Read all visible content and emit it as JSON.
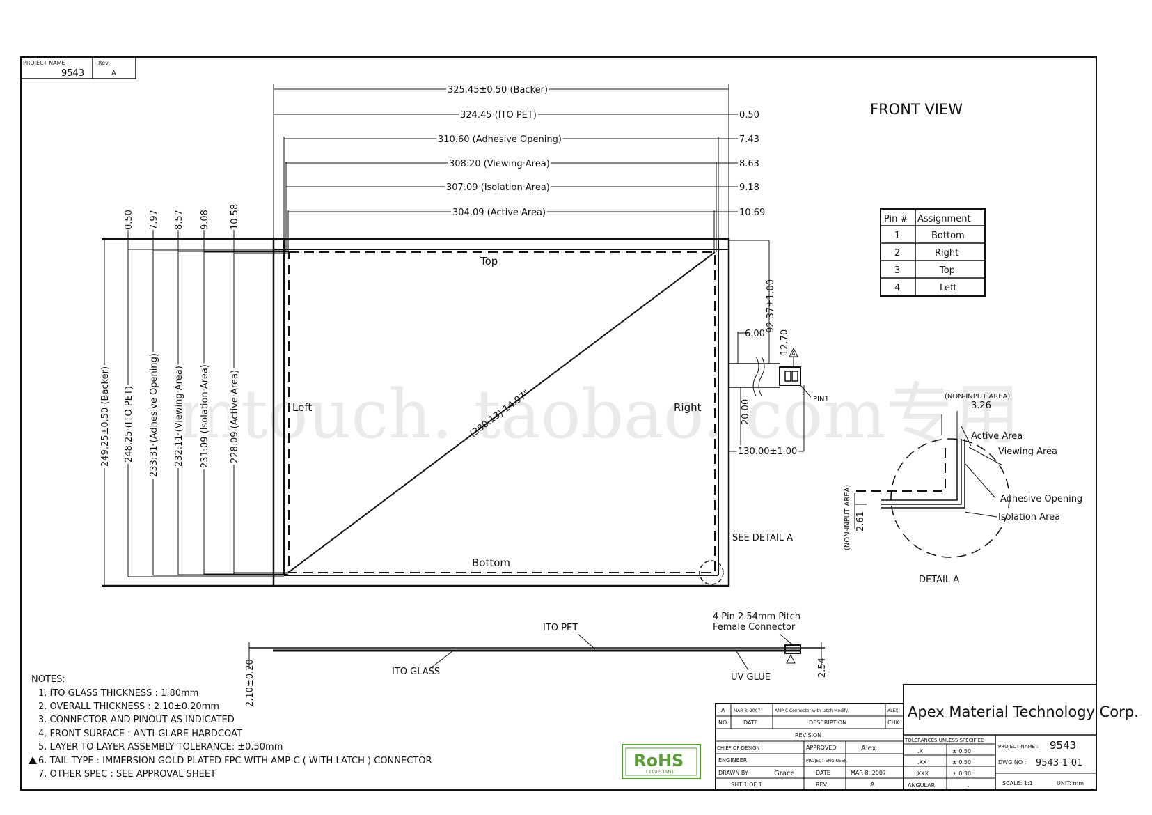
{
  "titleblock": {
    "project_name_label": "PROJECT NAME :",
    "project_name": "9543",
    "rev_label": "Rev.",
    "rev": "A",
    "company": "Apex Material Technology Corp.",
    "drawing_no_label": "DWG NO :",
    "drawing_no": "9543-1-01",
    "scale": "SCALE: 1:1",
    "unit": "UNIT: mm"
  },
  "view": {
    "front_view_label": "FRONT VIEW",
    "detail_label": "DETAIL  A",
    "see_detail": "SEE  DETAIL  A"
  },
  "dimensions": {
    "horizontal": [
      "325.45±0.50 (Backer)",
      "324.45 (ITO PET)",
      "310.60 (Adhesive Opening)",
      "308.20 (Viewing Area)",
      "307.09 (Isolation Area)",
      "304.09 (Active Area)"
    ],
    "right_offsets": [
      "0.50",
      "7.43",
      "8.63",
      "9.18",
      "10.69"
    ],
    "vertical": [
      "249.25±0.50 (Backer)",
      "248.25 (ITO PET)",
      "233.31 (Adhesive Opening)",
      "232.11 (Viewing Area)",
      "231.09 (Isolation Area)",
      "228.09 (Active Area)"
    ],
    "top_offsets": [
      "0.50",
      "7.97",
      "8.57",
      "9.08",
      "10.58"
    ],
    "diagonal": "(380.13) 14.97\"",
    "tail": {
      "d1": "6.00",
      "d2": "92.37±1.00",
      "d3": "12.70",
      "d4": "20.00",
      "d5": "130.00±1.00",
      "pin1": "PIN1",
      "triangle": "A"
    },
    "side": {
      "thickness": "2.10±0.20",
      "pitch": "2.54"
    }
  },
  "panel_labels": {
    "top": "Top",
    "bottom": "Bottom",
    "left": "Left",
    "right": "Right"
  },
  "pin_table": {
    "header_pin": "Pin  #",
    "header_assign": "Assignment",
    "rows": [
      {
        "pin": "1",
        "assign": "Bottom"
      },
      {
        "pin": "2",
        "assign": "Right"
      },
      {
        "pin": "3",
        "assign": "Top"
      },
      {
        "pin": "4",
        "assign": "Left"
      }
    ]
  },
  "detail": {
    "non_input_top": "(NON-INPUT  AREA)",
    "top_dim": "3.26",
    "active": "Active  Area",
    "viewing": "Viewing  Area",
    "adhesive": "Adhesive  Opening",
    "isolation": "Isolation  Area",
    "non_input_side": "(NON-INPUT AREA)",
    "side_dim": "2.61"
  },
  "side_view": {
    "ito_pet": "ITO  PET",
    "ito_glass": "ITO  GLASS",
    "uv_glue": "UV  GLUE",
    "connector_line1": "4  Pin  2.54mm  Pitch",
    "connector_line2": "Female  Connector"
  },
  "notes": {
    "title": "NOTES:",
    "items": [
      "1.  ITO  GLASS  THICKNESS  :  1.80mm",
      "2.  OVERALL  THICKNESS  :  2.10±0.20mm",
      "3.  CONNECTOR  AND  PINOUT  AS  INDICATED",
      "4.  FRONT  SURFACE  :  ANTI-GLARE  HARDCOAT",
      "5.  LAYER  TO  LAYER  ASSEMBLY  TOLERANCE:  ±0.50mm",
      "6.  TAIL  TYPE  :  IMMERSION  GOLD  PLATED  FPC  WITH  AMP-C  (  WITH  LATCH  )   CONNECTOR",
      "7.  OTHER  SPEC  :  SEE  APPROVAL  SHEET"
    ]
  },
  "revision": {
    "row": {
      "no": "A",
      "date": "MAR  8,  2007",
      "description": "AMP-C Connector with latch Modify.",
      "chk": "ALEX"
    },
    "header": {
      "no": "NO.",
      "date": "DATE",
      "description": "DESCRIPTION",
      "chk": "CHK"
    },
    "title": "REVISION"
  },
  "signoff": {
    "chief_label": "CHIEF OF DESIGN",
    "approved_label": "APPROVED",
    "approved": "Alex",
    "engineer_label": "ENGINEER",
    "project_engineer_label": "PROJECT ENGINEER",
    "drawn_label": "DRAWN  BY",
    "drawn": "Grace",
    "date_label": "DATE",
    "date": "MAR  8,  2007",
    "sheet": "SHT   1    OF   1",
    "rev_label": "REV.",
    "rev": "A"
  },
  "tolerances": {
    "title": "TOLERANCES  UNLESS  SPECIFIED",
    "rows": [
      {
        "k": ".X",
        "v": "±  0.50"
      },
      {
        "k": ".XX",
        "v": "±  0.50"
      },
      {
        "k": ".XXX",
        "v": "±  0.30"
      },
      {
        "k": "ANGULAR",
        "v": "."
      }
    ]
  },
  "rohs": {
    "main": "RoHS",
    "sub": "COMPLIANT",
    "color": "#5a9e3a"
  },
  "watermark": "mtouch. taobao. com专用"
}
